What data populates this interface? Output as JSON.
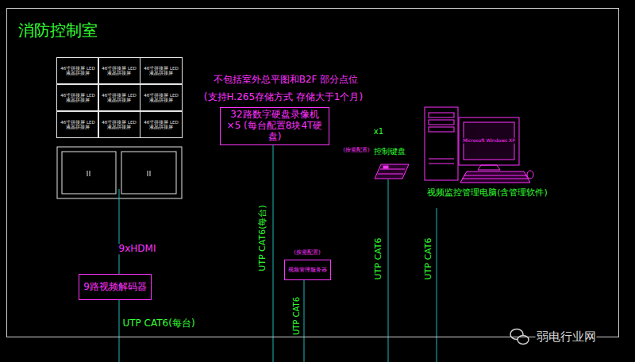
{
  "diagram": {
    "nodes": [
      {
        "text": [
          "消防控制室"
        ]
      },
      {
        "text": [
          "46寸拼接屏 LED液晶拼接屏"
        ],
        "in": 0
      },
      {
        "text": [
          "46寸拼接屏 LED液晶拼接屏"
        ],
        "in": 0
      },
      {
        "text": [
          "46寸拼接屏 LED液晶拼接屏"
        ],
        "in": 0
      },
      {
        "text": [
          "46寸拼接屏 LED液晶拼接屏"
        ],
        "in": 0
      },
      {
        "text": [
          "46寸拼接屏 LED液晶拼接屏"
        ],
        "in": 0
      },
      {
        "text": [
          "46寸拼接屏 LED液晶拼接屏"
        ],
        "in": 0
      },
      {
        "text": [
          "46寸拼接屏 LED液晶拼接屏"
        ],
        "in": 0
      },
      {
        "text": [
          "46寸拼接屏 LED液晶拼接屏"
        ],
        "in": 0
      },
      {
        "text": [
          "46寸拼接屏 LED液晶拼接屏"
        ],
        "in": 0
      },
      {
        "text": [
          "32路数字硬盘录像机×5 (每台配置8块4T硬盘)"
        ],
        "in": 0
      },
      {
        "text": [
          "(按需配置)",
          "视频管理服务器"
        ],
        "in": 0
      },
      {
        "text": [
          "9路视频解码器"
        ],
        "in": 0
      }
    ],
    "labels": [
      "不包括室外总平图和B2F 部分点位",
      "(支持H.265存储方式 存储大于1个月)",
      "x1",
      "(按需配置)",
      "控制键盘",
      "Microsoft Windows XP",
      "视频监控管理电脑(含管理软件)",
      "9xHDMI",
      "UTP CAT6(每台)",
      "UTP CAT6",
      "UTP CAT6",
      "UTP CAT6",
      "UTP CAT6(每台)",
      "弱电行业网"
    ]
  }
}
